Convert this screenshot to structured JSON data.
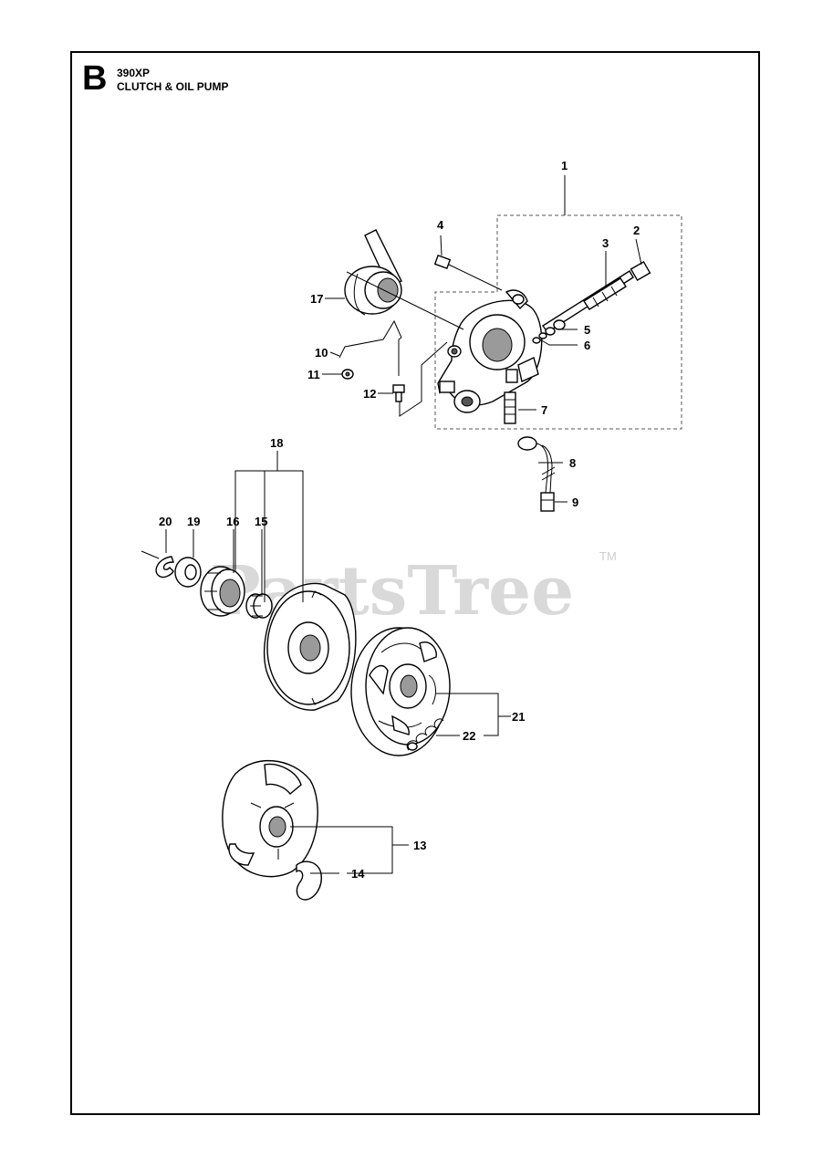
{
  "header": {
    "section_letter": "B",
    "model": "390XP",
    "title": "CLUTCH & OIL PUMP"
  },
  "watermark": {
    "text": "PartsTree",
    "trademark": "TM"
  },
  "callouts": {
    "c1": "1",
    "c2": "2",
    "c3": "3",
    "c4": "4",
    "c5": "5",
    "c6": "6",
    "c7": "7",
    "c8": "8",
    "c9": "9",
    "c10": "10",
    "c11": "11",
    "c12": "12",
    "c13": "13",
    "c14": "14",
    "c15": "15",
    "c16": "16",
    "c17": "17",
    "c18": "18",
    "c19": "19",
    "c20": "20",
    "c21": "21",
    "c22": "22"
  }
}
